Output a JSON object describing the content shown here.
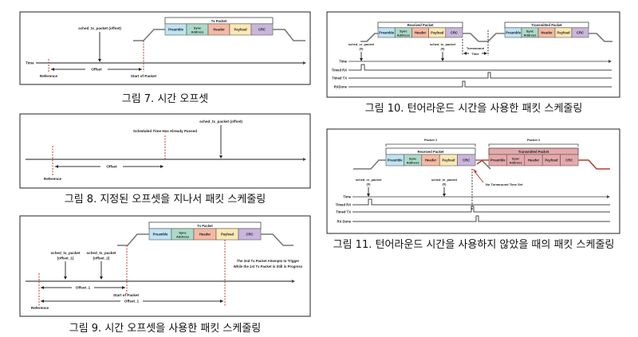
{
  "colors": {
    "preamble": "#bfe3f2",
    "sync": "#acdac8",
    "header": "#f5b9a4",
    "payload": "#fce8b4",
    "crc": "#c9b6dc",
    "tx2": "#e6a9ab",
    "red": "#c0392b",
    "frame": "#222222",
    "wave": "#777777"
  },
  "fields": [
    "Preamble",
    "Sync",
    "Address",
    "Header",
    "Payload",
    "CRC"
  ],
  "fig7": {
    "caption": "그림 7. 시간 오프셋",
    "packet_title": "Tx Packet",
    "sched": "sched_tx_packet (offset)",
    "time": "Time",
    "offset": "Offset",
    "reference": "Reference",
    "start": "Start of Packet"
  },
  "fig8": {
    "caption": "그림 8. 지정된 오프셋을 지나서 패킷 스케줄링",
    "passed": "Scheduled Time Has Already Passed",
    "sched": "sched_tx_packet (offset)",
    "offset": "Offset",
    "reference": "Reference"
  },
  "fig9": {
    "caption": "그림 9. 시간 오프셋을 사용한 패킷 스케줄링",
    "packet_title": "Tx Packet",
    "sched1a": "sched_tx_packet",
    "sched1b": "(offset_1)",
    "sched2a": "sched_tx_packet",
    "sched2b": "(offset_2)",
    "offset1": "Offset_1",
    "offset2": "Offset_1",
    "start": "Start of Packet",
    "reference": "Reference",
    "note1": "The 2nd Tx Packet Attempts to Trigger",
    "note2": "While the 1st Tx Packet is Still in Progress"
  },
  "fig10": {
    "caption": "그림 10. 턴어라운드 시간을 사용한 패킷 스케줄링",
    "rx_title": "Received Packet",
    "tx_title": "Transmitted Packet",
    "sched_rx": "sched_rx_packet",
    "sched_tx": "sched_tx_packet",
    "zero": "(0)",
    "turn1": "Turnaround",
    "turn2": "Time",
    "time": "Time",
    "timed_rx": "Timed RX",
    "timed_tx": "Timed TX",
    "rxdone": "RXDone"
  },
  "fig11": {
    "caption": "그림 11. 턴어라운드 시간을 사용하지 않았을 때의 패킷 스케줄링",
    "packet1": "Packet 1",
    "packet2": "Packet 2",
    "rx_title": "Received Packet",
    "tx_title": "Transmitted Packet",
    "sched_rx": "sched_rx_packet",
    "sched_tx": "sched_tx_packet",
    "zero": "(0)",
    "no_turn": "No Turnaround Time Set",
    "time": "Time",
    "timed_rx": "Timed RX",
    "timed_tx": "Timed TX",
    "rxdone": "RX Done"
  }
}
